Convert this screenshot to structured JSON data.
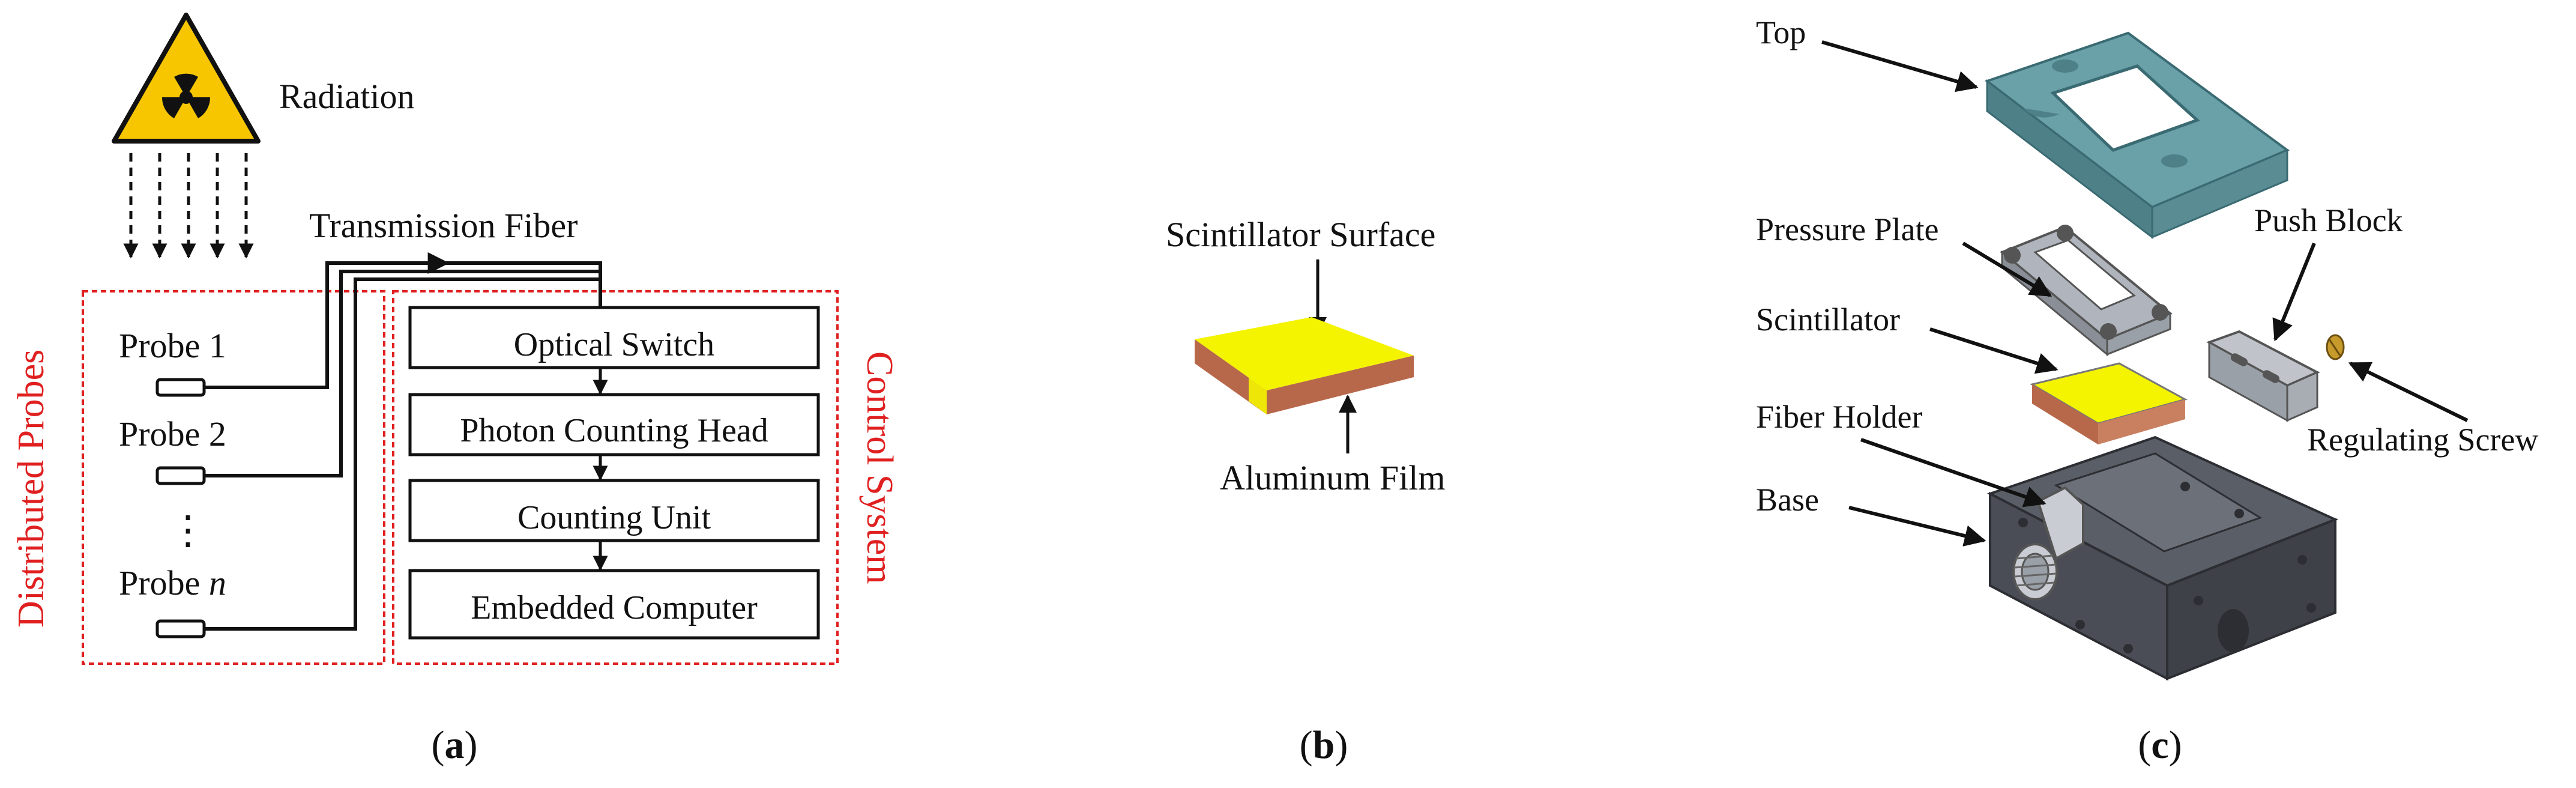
{
  "panel_a": {
    "radiation_label": "Radiation",
    "transmission_fiber_label": "Transmission Fiber",
    "distributed_probes_label": "Distributed  Probes",
    "control_system_label": "Control System",
    "probes": [
      "Probe 1",
      "Probe 2",
      "Probe"
    ],
    "probe_n_italic": "n",
    "probe_ellipsis": "⋮",
    "blocks": [
      "Optical Switch",
      "Photon Counting Head",
      "Counting Unit",
      "Embedded Computer"
    ],
    "caption_letter": "a"
  },
  "panel_b": {
    "scintillator_surface_label": "Scintillator Surface",
    "aluminum_film_label": "Aluminum Film",
    "caption_letter": "b"
  },
  "panel_c": {
    "labels": {
      "top": "Top",
      "pressure_plate": "Pressure Plate",
      "push_block": "Push Block",
      "scintillator": "Scintillator",
      "fiber_holder": "Fiber Holder",
      "regulating_screw": "Regulating Screw",
      "base": "Base"
    },
    "caption_letter": "c"
  },
  "caption_parens": {
    "open": "(",
    "close": ")"
  },
  "colors": {
    "red_label": "#e02020",
    "scintillator_yellow": "#f4f400",
    "aluminum_edge": "#b8684a",
    "top_part": "#6aa0a8",
    "metal_gray": "#9aa0a8",
    "base_dark": "#4a4d55",
    "warning_yellow": "#f7c600"
  }
}
